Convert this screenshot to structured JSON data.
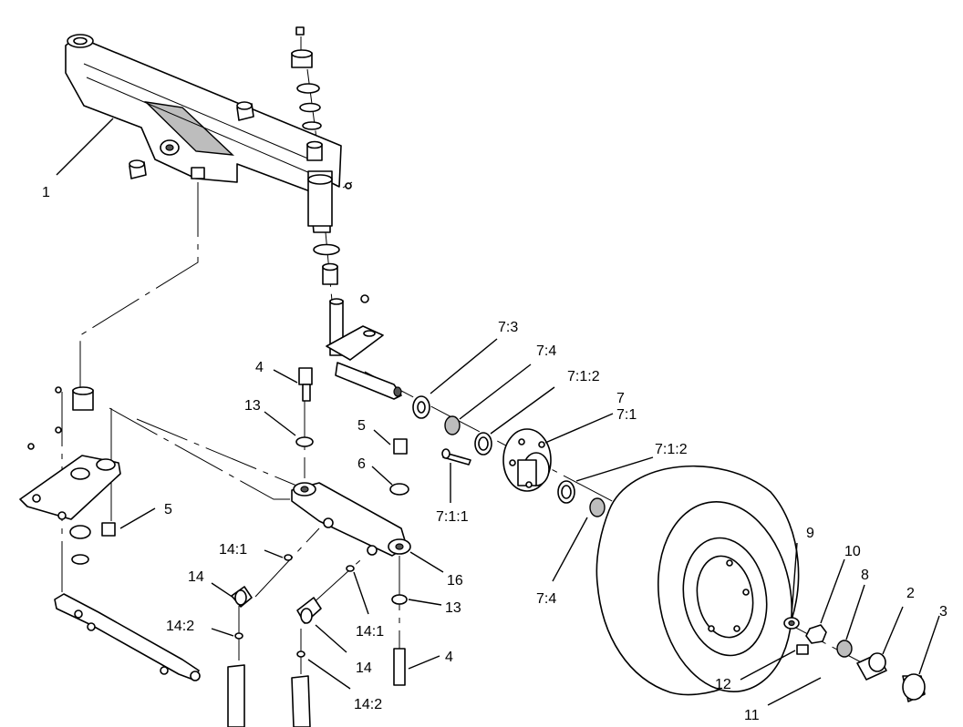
{
  "callouts": [
    {
      "id": "c1",
      "text": "1"
    },
    {
      "id": "c4a",
      "text": "4"
    },
    {
      "id": "c13a",
      "text": "13"
    },
    {
      "id": "c5a",
      "text": "5"
    },
    {
      "id": "c6",
      "text": "6"
    },
    {
      "id": "c5b",
      "text": "5"
    },
    {
      "id": "c7_1_1",
      "text": "7:1:1"
    },
    {
      "id": "c7_3",
      "text": "7:3"
    },
    {
      "id": "c7_4a",
      "text": "7:4"
    },
    {
      "id": "c7_1_2a",
      "text": "7:1:2"
    },
    {
      "id": "c7",
      "text": "7"
    },
    {
      "id": "c7_1",
      "text": "7:1"
    },
    {
      "id": "c7_1_2b",
      "text": "7:1:2"
    },
    {
      "id": "c7_4b",
      "text": "7:4"
    },
    {
      "id": "c14_1a",
      "text": "14:1"
    },
    {
      "id": "c14a",
      "text": "14"
    },
    {
      "id": "c14_2a",
      "text": "14:2"
    },
    {
      "id": "c16",
      "text": "16"
    },
    {
      "id": "c13b",
      "text": "13"
    },
    {
      "id": "c14_1b",
      "text": "14:1"
    },
    {
      "id": "c14b",
      "text": "14"
    },
    {
      "id": "c4b",
      "text": "4"
    },
    {
      "id": "c14_2b",
      "text": "14:2"
    },
    {
      "id": "c9",
      "text": "9"
    },
    {
      "id": "c10",
      "text": "10"
    },
    {
      "id": "c8",
      "text": "8"
    },
    {
      "id": "c2",
      "text": "2"
    },
    {
      "id": "c3",
      "text": "3"
    },
    {
      "id": "c12",
      "text": "12"
    },
    {
      "id": "c11",
      "text": "11"
    }
  ]
}
